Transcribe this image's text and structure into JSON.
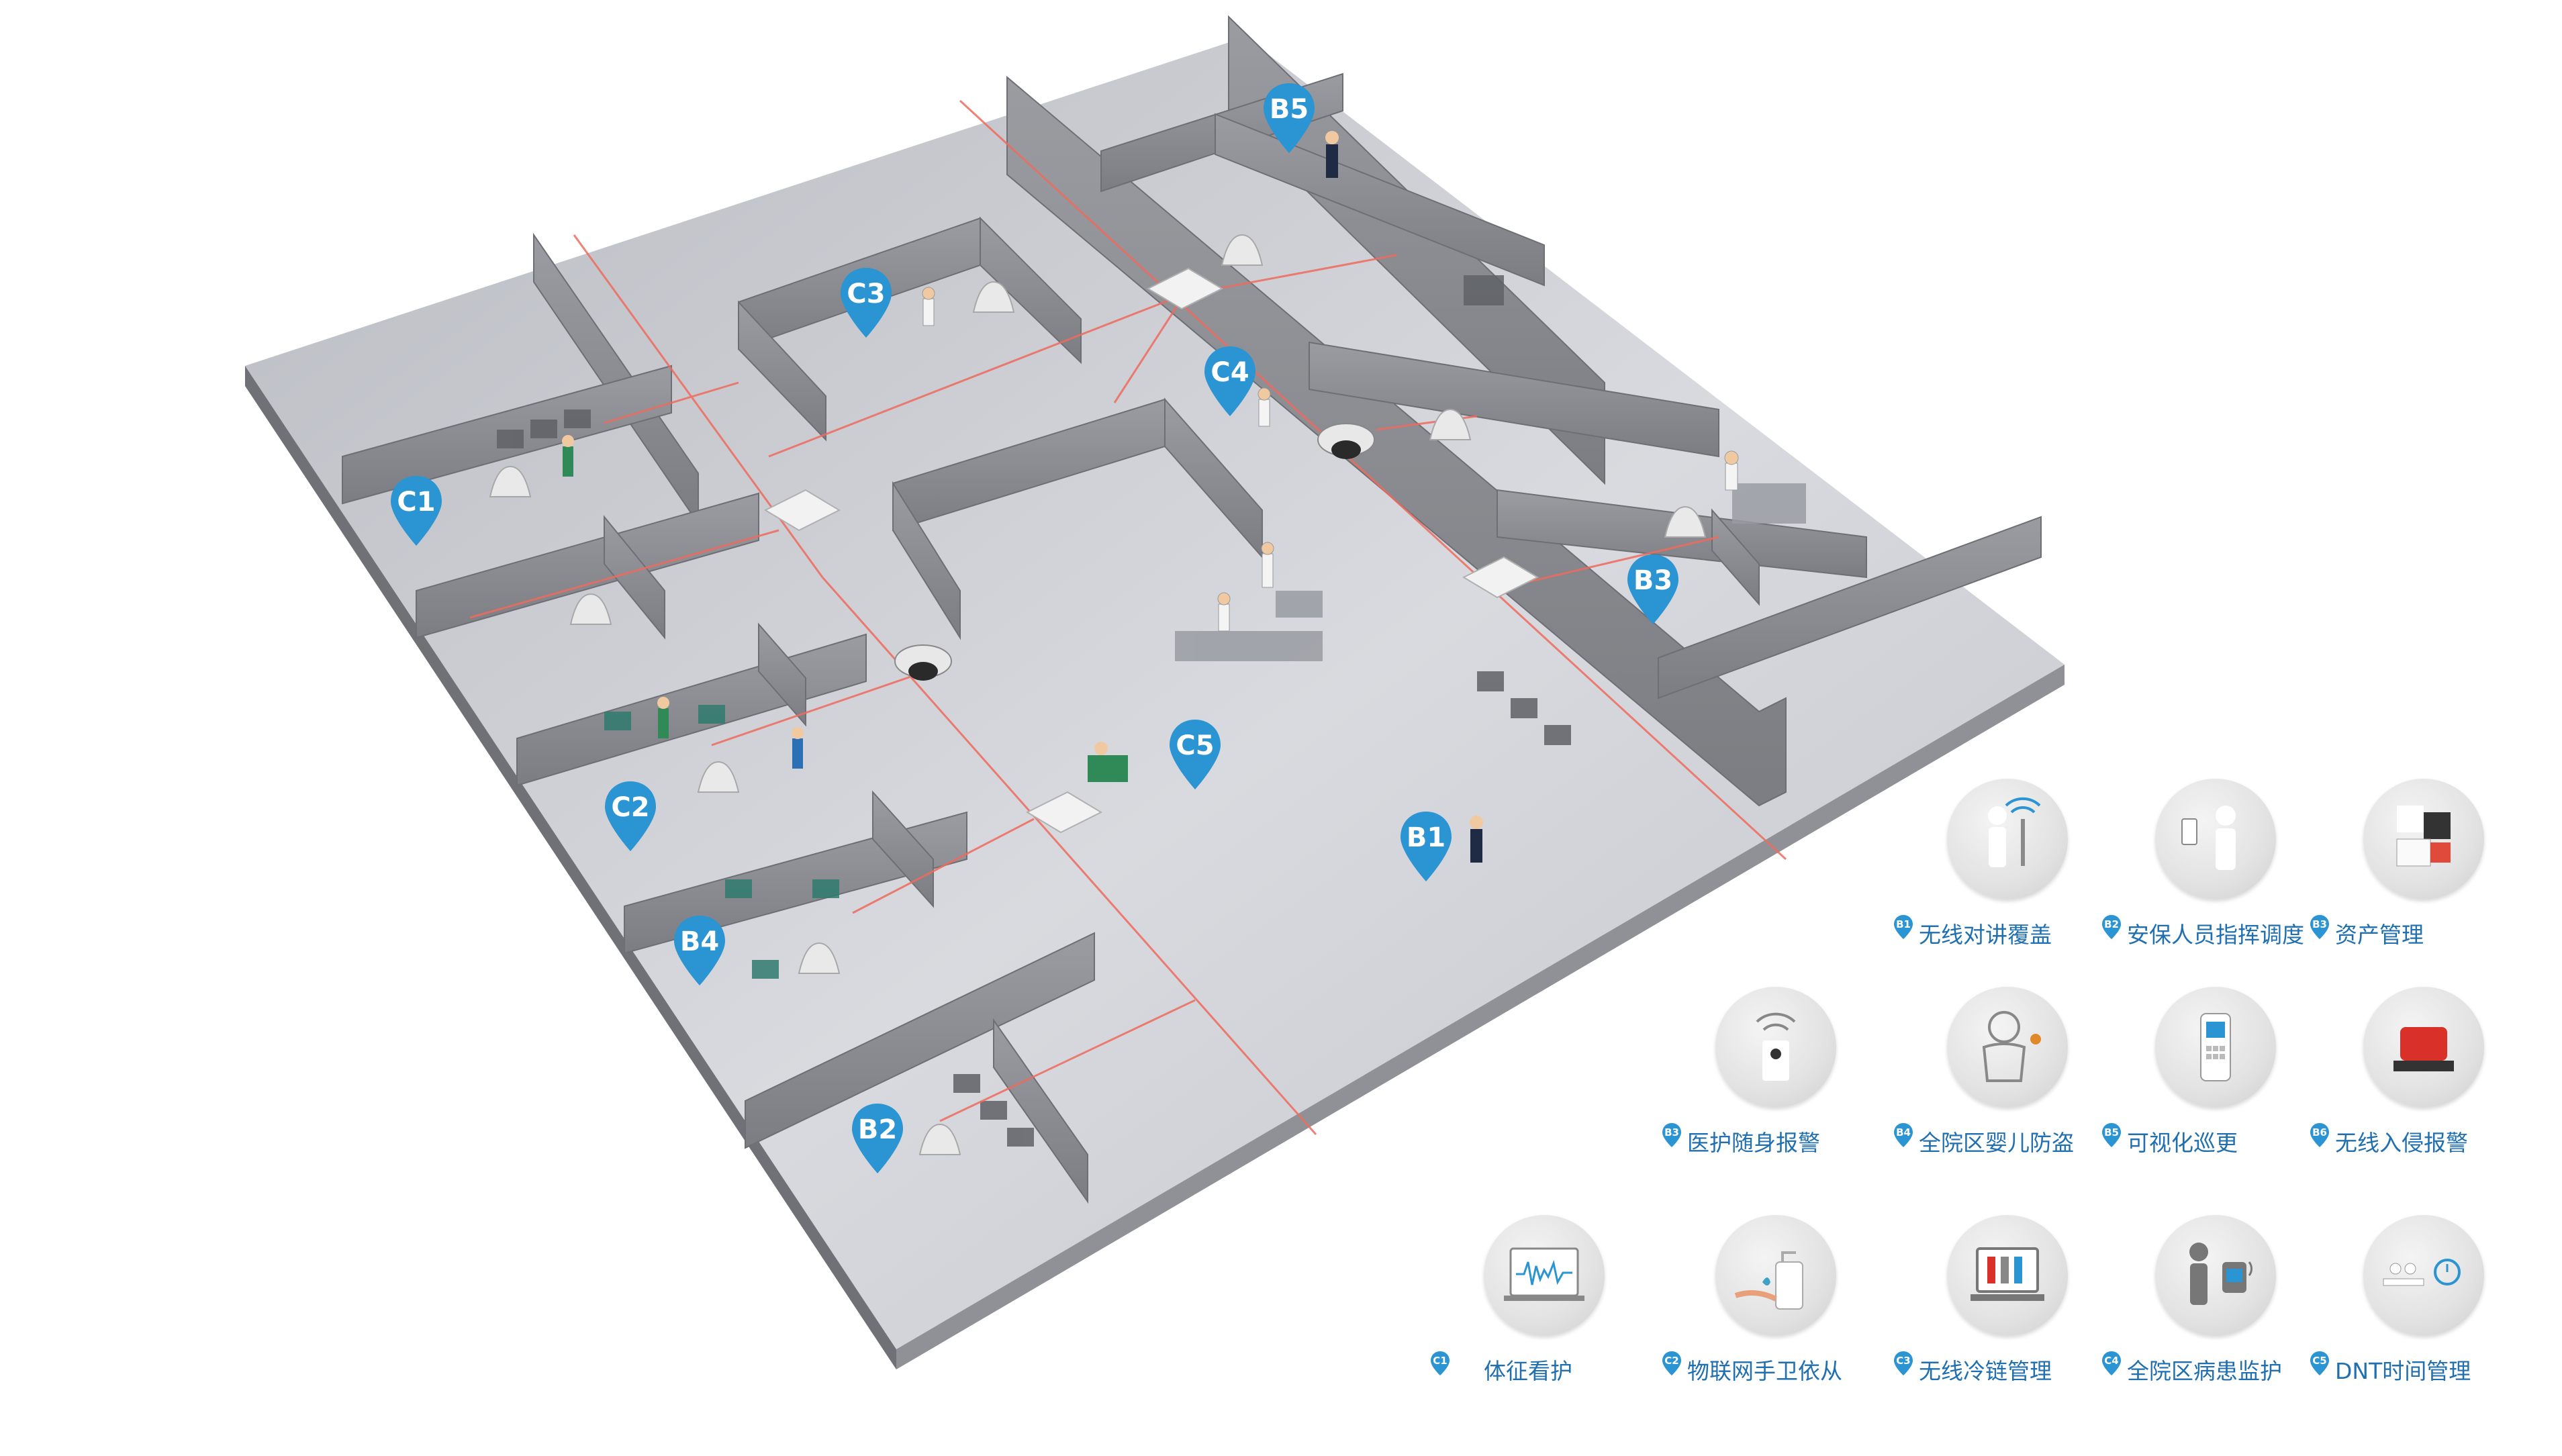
{
  "markers": [
    {
      "id": "B5",
      "text": "B5"
    },
    {
      "id": "C3",
      "text": "C3"
    },
    {
      "id": "C4",
      "text": "C4"
    },
    {
      "id": "C1",
      "text": "C1"
    },
    {
      "id": "B3",
      "text": "B3"
    },
    {
      "id": "C5",
      "text": "C5"
    },
    {
      "id": "C2",
      "text": "C2"
    },
    {
      "id": "B1",
      "text": "B1"
    },
    {
      "id": "B4",
      "text": "B4"
    },
    {
      "id": "B2",
      "text": "B2"
    }
  ],
  "features": [
    {
      "code": "B1",
      "label": "无线对讲覆盖",
      "icon": "walkie-talkie-person-icon"
    },
    {
      "code": "B2",
      "label": "安保人员指挥调度",
      "icon": "security-guard-radio-icon"
    },
    {
      "code": "B3",
      "label": "资产管理",
      "icon": "asset-tag-icon"
    },
    {
      "code": "B3",
      "label": "医护随身报警",
      "icon": "wireless-alarm-device-icon"
    },
    {
      "code": "B4",
      "label": "全院区婴儿防盗",
      "icon": "baby-tag-icon"
    },
    {
      "code": "B5",
      "label": "可视化巡更",
      "icon": "patrol-handset-icon"
    },
    {
      "code": "B6",
      "label": "无线入侵报警",
      "icon": "alarm-siren-icon"
    },
    {
      "code": "C1",
      "label": "体征看护",
      "icon": "vital-signs-monitor-icon"
    },
    {
      "code": "C2",
      "label": "物联网手卫依从",
      "icon": "hand-sanitizer-icon"
    },
    {
      "code": "C3",
      "label": "无线冷链管理",
      "icon": "cold-chain-monitor-icon"
    },
    {
      "code": "C4",
      "label": "全院区病患监护",
      "icon": "patient-wristband-icon"
    },
    {
      "code": "C5",
      "label": "DNT时间管理",
      "icon": "dnt-timer-icon"
    }
  ],
  "colors": {
    "marker_blue": "#2b94d2",
    "label_blue": "#1f6fb1",
    "floor": "#c7c9cf",
    "wall": "#8c8e93",
    "laser": "#ef6b5e"
  }
}
